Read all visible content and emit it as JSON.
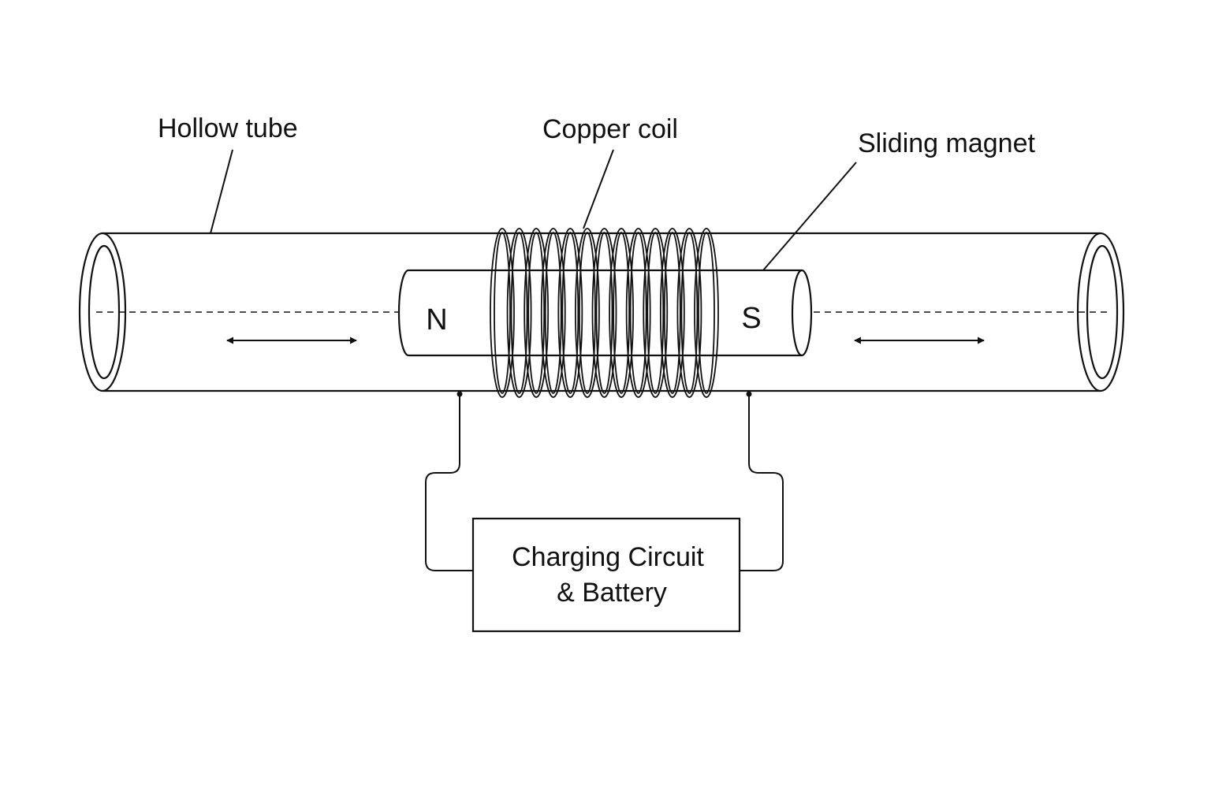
{
  "labels": {
    "hollow_tube": "Hollow tube",
    "copper_coil": "Copper coil",
    "sliding_magnet": "Sliding magnet"
  },
  "magnet": {
    "north_pole": "N",
    "south_pole": "S"
  },
  "charging_box": {
    "line1": "Charging Circuit",
    "line2": "& Battery"
  },
  "colors": {
    "line": "#111111",
    "background": "#ffffff"
  }
}
